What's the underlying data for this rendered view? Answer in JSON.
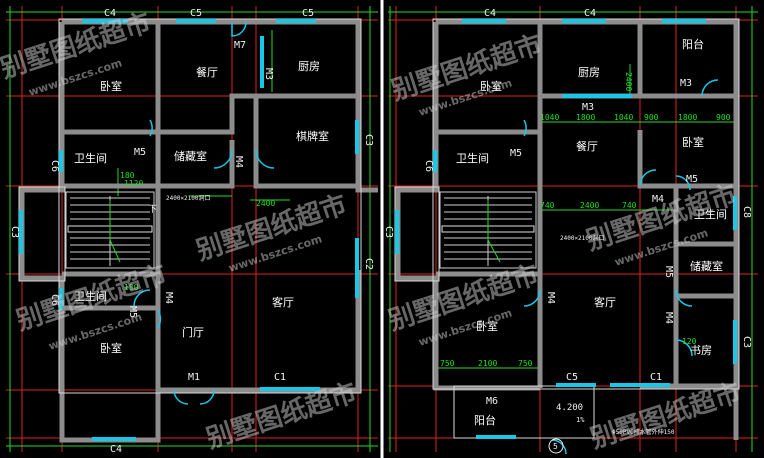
{
  "colors": {
    "background": "#000000",
    "wall": "#8c8c8c",
    "wall_edge": "#d8d8d8",
    "axis": "#e0201e",
    "dimension": "#22dd22",
    "window": "#18c8e8",
    "label": "#ffffff",
    "code": "#f0f0f0",
    "watermark": "#cfcfcf",
    "separator": "#ffffff"
  },
  "watermark": {
    "phrase": "别墅图纸超市",
    "site": "www.bszcs.com"
  },
  "left_plan": {
    "codes": {
      "c4_top_left": "C4",
      "c5_top_mid": "C5",
      "c5_top_right": "C5",
      "m7": "M7",
      "m3": "M3",
      "c3_right": "C3",
      "c6_upper": "C6",
      "m5_upper": "M5",
      "m4_upper": "M4",
      "c3_left": "C3",
      "c2_right": "C2",
      "c6_lower": "C6",
      "m5_lower": "M5",
      "m4_lower": "M4",
      "m1": "M1",
      "c1": "C1",
      "c4_bottom": "C4"
    },
    "rooms": {
      "bedroom_top": "卧室",
      "dining": "餐厅",
      "kitchen": "厨房",
      "chess_room": "棋牌室",
      "bathroom_upper": "卫生间",
      "storage": "储藏室",
      "living": "客厅",
      "bathroom_lower": "卫生间",
      "bedroom_bottom": "卧室",
      "foyer": "门厅"
    },
    "dims": {
      "d1": "180",
      "d2": "1120",
      "d3": "180",
      "d4": "2400"
    },
    "notes": {
      "opening_note": "2400×2100洞口",
      "stair_down": "下"
    }
  },
  "right_plan": {
    "codes": {
      "c4_left": "C4",
      "c4_right": "C4",
      "m3_upper": "M3",
      "m3_lower": "M3",
      "c6": "C6",
      "m5_upper": "M5",
      "m5_right": "M5",
      "m4_upper": "M4",
      "c3_left": "C3",
      "c8": "C8",
      "m4_lower": "M4",
      "m5_lower": "M5",
      "m4_study": "M4",
      "c3_right": "C3",
      "c5": "C5",
      "c1": "C1",
      "m6": "M6"
    },
    "rooms": {
      "bedroom_top": "卧室",
      "kitchen": "厨房",
      "balcony_top": "阳台",
      "bedroom_right": "卧室",
      "dining": "餐厅",
      "bathroom_left": "卫生间",
      "bathroom_right": "卫生间",
      "storage": "储藏室",
      "living": "客厅",
      "bedroom_bottom": "卧室",
      "study": "书房",
      "balcony_bottom": "阳台"
    },
    "dims": {
      "d_2400_vert": "2400",
      "d_1040": "1040",
      "d_1800_a": "1800",
      "d_1040_b": "1040",
      "d_900_a": "900",
      "d_1800_b": "1800",
      "d_900_b": "900",
      "d_740_a": "740",
      "d_2400_mid": "2400",
      "d_740_b": "740",
      "d_120": "120",
      "d_750_a": "750",
      "d_2100": "2100",
      "d_750_b": "750"
    },
    "notes": {
      "opening_note": "2400×2100洞口",
      "elevation": "4.200",
      "slope": "1%",
      "drain_note": "Φ50PVC排水管外伸150",
      "circle_num": "5"
    }
  }
}
